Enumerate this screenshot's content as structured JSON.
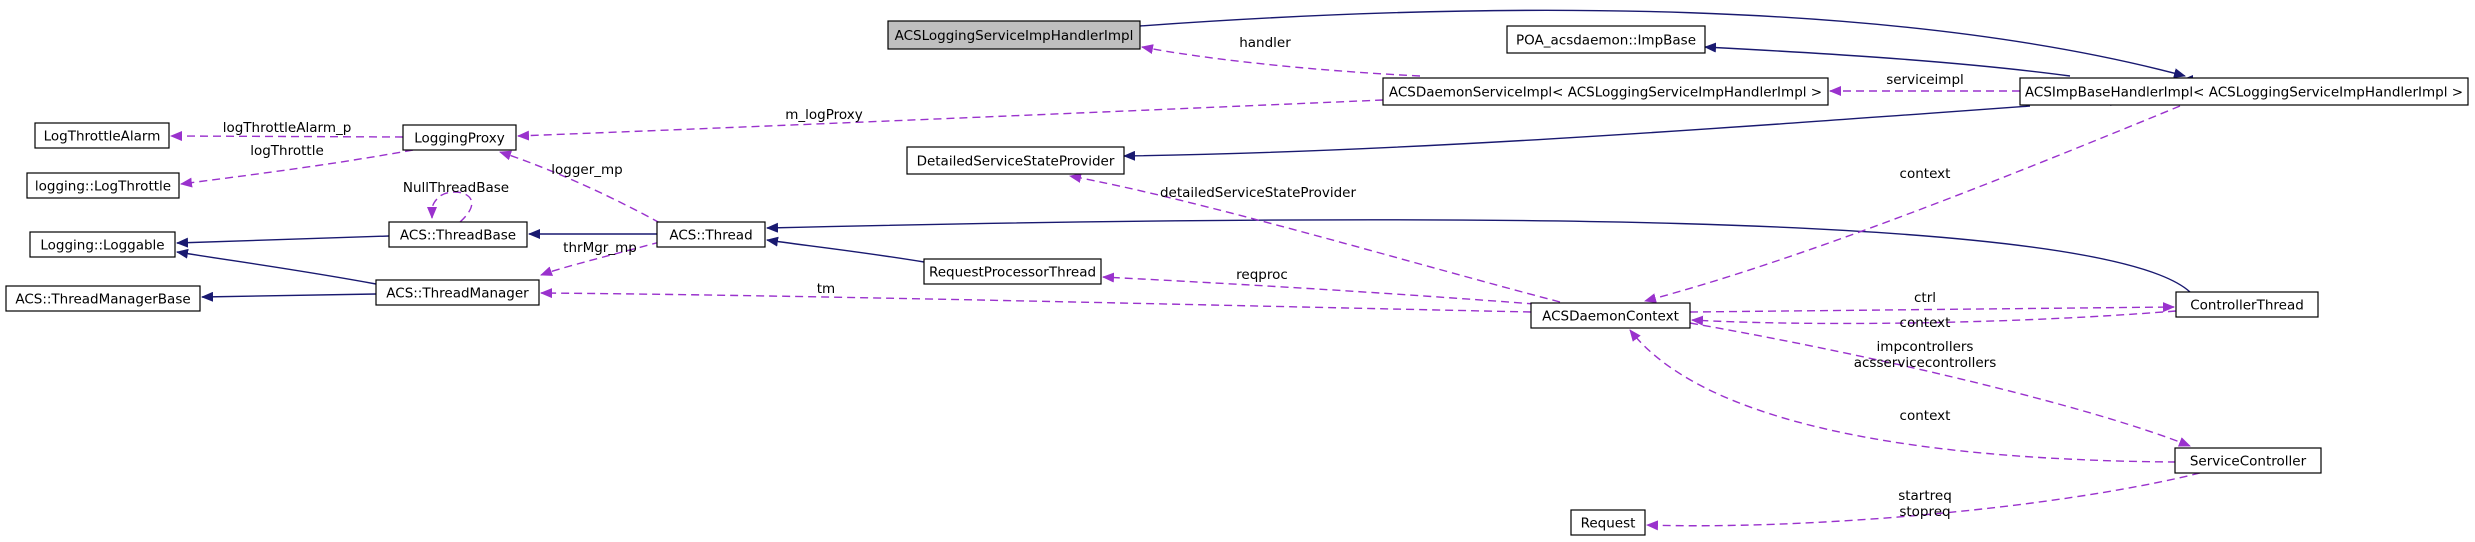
{
  "nodes": [
    {
      "id": "ACSLoggingServiceImpHandlerImpl",
      "label": "ACSLoggingServiceImpHandlerImpl",
      "highlight": true
    },
    {
      "id": "POA_acsdaemon",
      "label": "POA_acsdaemon::ImpBase"
    },
    {
      "id": "ACSDaemonServiceImpl",
      "label": "ACSDaemonServiceImpl< ACSLoggingServiceImpHandlerImpl >"
    },
    {
      "id": "ACSImpBaseHandlerImpl",
      "label": "ACSImpBaseHandlerImpl< ACSLoggingServiceImpHandlerImpl >"
    },
    {
      "id": "LogThrottleAlarm",
      "label": "LogThrottleAlarm"
    },
    {
      "id": "LoggingProxy",
      "label": "LoggingProxy"
    },
    {
      "id": "LogThrottle",
      "label": "logging::LogThrottle"
    },
    {
      "id": "DetailedServiceStateProvider",
      "label": "DetailedServiceStateProvider"
    },
    {
      "id": "Loggable",
      "label": "Logging::Loggable"
    },
    {
      "id": "ThreadBase",
      "label": "ACS::ThreadBase"
    },
    {
      "id": "Thread",
      "label": "ACS::Thread"
    },
    {
      "id": "ThreadManagerBase",
      "label": "ACS::ThreadManagerBase"
    },
    {
      "id": "ThreadManager",
      "label": "ACS::ThreadManager"
    },
    {
      "id": "RequestProcessorThread",
      "label": "RequestProcessorThread"
    },
    {
      "id": "ACSDaemonContext",
      "label": "ACSDaemonContext"
    },
    {
      "id": "ControllerThread",
      "label": "ControllerThread"
    },
    {
      "id": "ServiceController",
      "label": "ServiceController"
    },
    {
      "id": "Request",
      "label": "Request"
    }
  ],
  "edges": [
    {
      "id": "e1",
      "type": "inherit",
      "labels": []
    },
    {
      "id": "e2",
      "type": "inherit",
      "labels": []
    },
    {
      "id": "e3",
      "type": "usage",
      "labels": [
        "handler"
      ]
    },
    {
      "id": "e4",
      "type": "usage",
      "labels": [
        "serviceimpl"
      ]
    },
    {
      "id": "e5",
      "type": "inherit",
      "labels": []
    },
    {
      "id": "e6",
      "type": "inherit",
      "labels": []
    },
    {
      "id": "e7",
      "type": "usage",
      "labels": [
        "m_logProxy"
      ]
    },
    {
      "id": "e8",
      "type": "usage",
      "labels": [
        "logThrottleAlarm_p"
      ]
    },
    {
      "id": "e9",
      "type": "usage",
      "labels": [
        "logThrottle"
      ]
    },
    {
      "id": "e10",
      "type": "usage",
      "labels": [
        "logger_mp"
      ]
    },
    {
      "id": "e11",
      "type": "usage",
      "labels": [
        "NullThreadBase"
      ]
    },
    {
      "id": "e12",
      "type": "inherit",
      "labels": []
    },
    {
      "id": "e13",
      "type": "inherit",
      "labels": []
    },
    {
      "id": "e14",
      "type": "inherit",
      "labels": []
    },
    {
      "id": "e15",
      "type": "inherit",
      "labels": []
    },
    {
      "id": "e16",
      "type": "usage",
      "labels": [
        "thrMgr_mp"
      ]
    },
    {
      "id": "e17",
      "type": "inherit",
      "labels": []
    },
    {
      "id": "e18",
      "type": "inherit",
      "labels": []
    },
    {
      "id": "e19",
      "type": "usage",
      "labels": [
        "reqproc"
      ]
    },
    {
      "id": "e20",
      "type": "usage",
      "labels": [
        "tm"
      ]
    },
    {
      "id": "e21",
      "type": "usage",
      "labels": [
        "detailedServiceStateProvider"
      ]
    },
    {
      "id": "e22",
      "type": "usage",
      "labels": [
        "context"
      ]
    },
    {
      "id": "e23",
      "type": "usage",
      "labels": [
        "ctrl"
      ]
    },
    {
      "id": "e24",
      "type": "usage",
      "labels": [
        "context"
      ]
    },
    {
      "id": "e25",
      "type": "usage",
      "labels": [
        "impcontrollers",
        "acsservicecontrollers"
      ]
    },
    {
      "id": "e26",
      "type": "usage",
      "labels": [
        "context"
      ]
    },
    {
      "id": "e27",
      "type": "usage",
      "labels": [
        "startreq",
        "stopreq"
      ]
    }
  ],
  "colors": {
    "inherit": "#191970",
    "usage": "#9a32cd",
    "highlight": "#bfbfbf"
  }
}
